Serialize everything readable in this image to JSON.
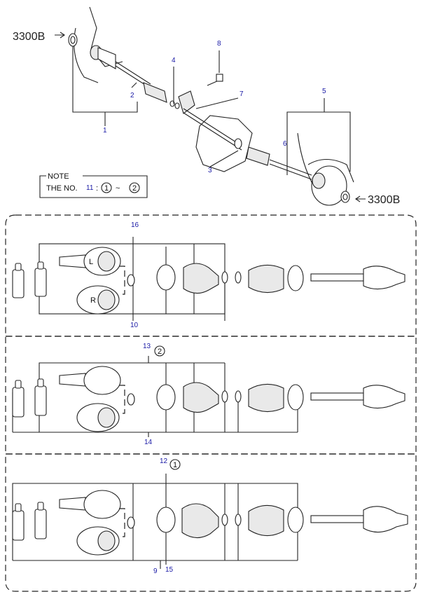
{
  "reference_codes": {
    "top_left": "3300B",
    "bottom_right": "3300B"
  },
  "note": {
    "title": "NOTE",
    "text": "THE NO.",
    "number": "11",
    "range_start": "1",
    "tilde": "~",
    "range_end": "2"
  },
  "callouts": {
    "c1": "1",
    "c2": "2",
    "c3": "3",
    "c4": "4",
    "c5": "5",
    "c6": "6",
    "c7": "7",
    "c8": "8",
    "c9": "9",
    "c10": "10",
    "c12": "12",
    "c13": "13",
    "c14": "14",
    "c15": "15",
    "c16": "16"
  },
  "section_markers": {
    "middle": "2",
    "bottom": "1"
  },
  "joint_labels": {
    "left": "L",
    "right": "R"
  },
  "colors": {
    "line": "#222222",
    "callout": "#1a1aa6",
    "background": "#ffffff"
  }
}
